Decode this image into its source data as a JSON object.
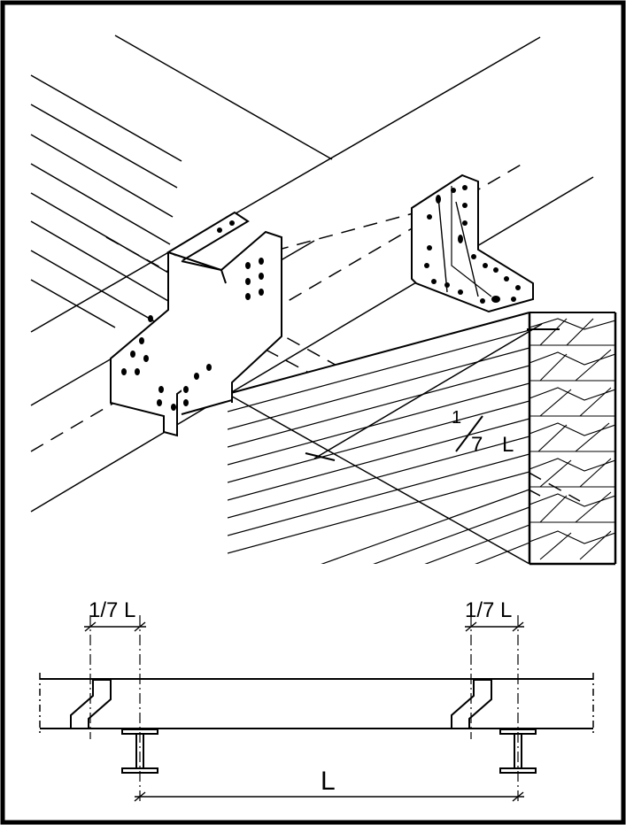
{
  "iso_view": {
    "fraction_numerator": "1",
    "fraction_denominator": "7",
    "unit_letter": "L"
  },
  "section_view": {
    "left_offset_label": "1/7 L",
    "right_offset_label": "1/7 L",
    "span_label": "L"
  },
  "colors": {
    "ink": "#000000",
    "paper": "#ffffff"
  }
}
